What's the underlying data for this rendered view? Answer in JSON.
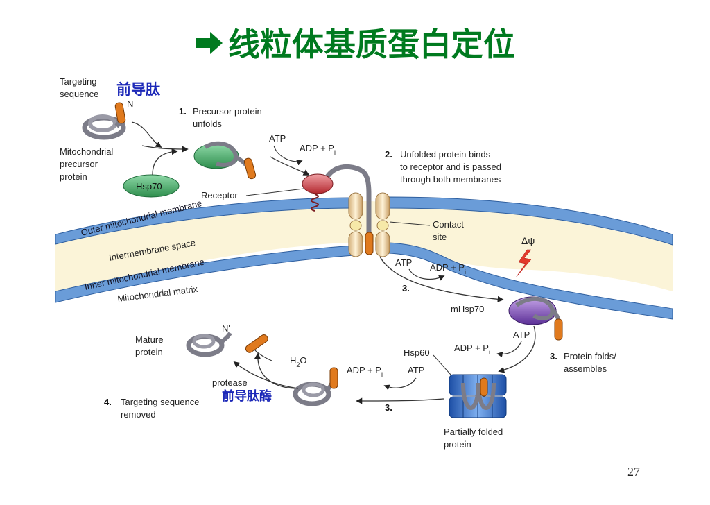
{
  "title": "线粒体基质蛋白定位",
  "title_icon": "right-arrow-icon",
  "page_number": "27",
  "annotations": {
    "presequence_cn": "前导肽",
    "presequence_peptidase_cn": "前导肽酶"
  },
  "diagram": {
    "targeting_sequence": "Targeting sequence",
    "n_terminus": "N",
    "mito_precursor": [
      "Mitochondrial",
      "precursor",
      "protein"
    ],
    "hsp70": "Hsp70",
    "step1_num": "1.",
    "step1_text": [
      "Precursor protein",
      "unfolds"
    ],
    "atp": "ATP",
    "adp_pi": "ADP + P",
    "pi_sub": "i",
    "receptor": "Receptor",
    "step2_num": "2.",
    "step2_text": [
      "Unfolded protein binds",
      "to receptor and is passed",
      "through both membranes"
    ],
    "outer_membrane": "Outer mitochondrial membrane",
    "intermembrane_space": "Intermembrane space",
    "inner_membrane": "Inner mitochondrial membrane",
    "matrix": "Mitochondrial matrix",
    "contact_site": [
      "Contact",
      "site"
    ],
    "delta_psi": "Δψ",
    "step3_num": "3.",
    "mhsp70": "mHsp70",
    "hsp60": "Hsp60",
    "step3b_text": [
      "Protein folds/",
      "assembles"
    ],
    "partially_folded": [
      "Partially folded",
      "protein"
    ],
    "h2o": "H",
    "h2o_sub": "2",
    "h2o_o": "O",
    "protease": "protease",
    "mature_protein": [
      "Mature",
      "protein"
    ],
    "n_prime": "N'",
    "step4_num": "4.",
    "step4_text": [
      "Targeting sequence",
      "removed"
    ]
  },
  "colors": {
    "title_green": "#007a1f",
    "chinese_blue": "#1c28b8",
    "membrane_blue": "#5f95d5",
    "space_yellow": "#fbf4d8",
    "protein_gray": "#8a8a96",
    "presequence_orange": "#e07a1e",
    "hsp70_green": "#3aa95c",
    "receptor_red": "#d9434a",
    "mhsp70_purple": "#7b4fb0",
    "hsp60_blue": "#2d6fd1"
  }
}
